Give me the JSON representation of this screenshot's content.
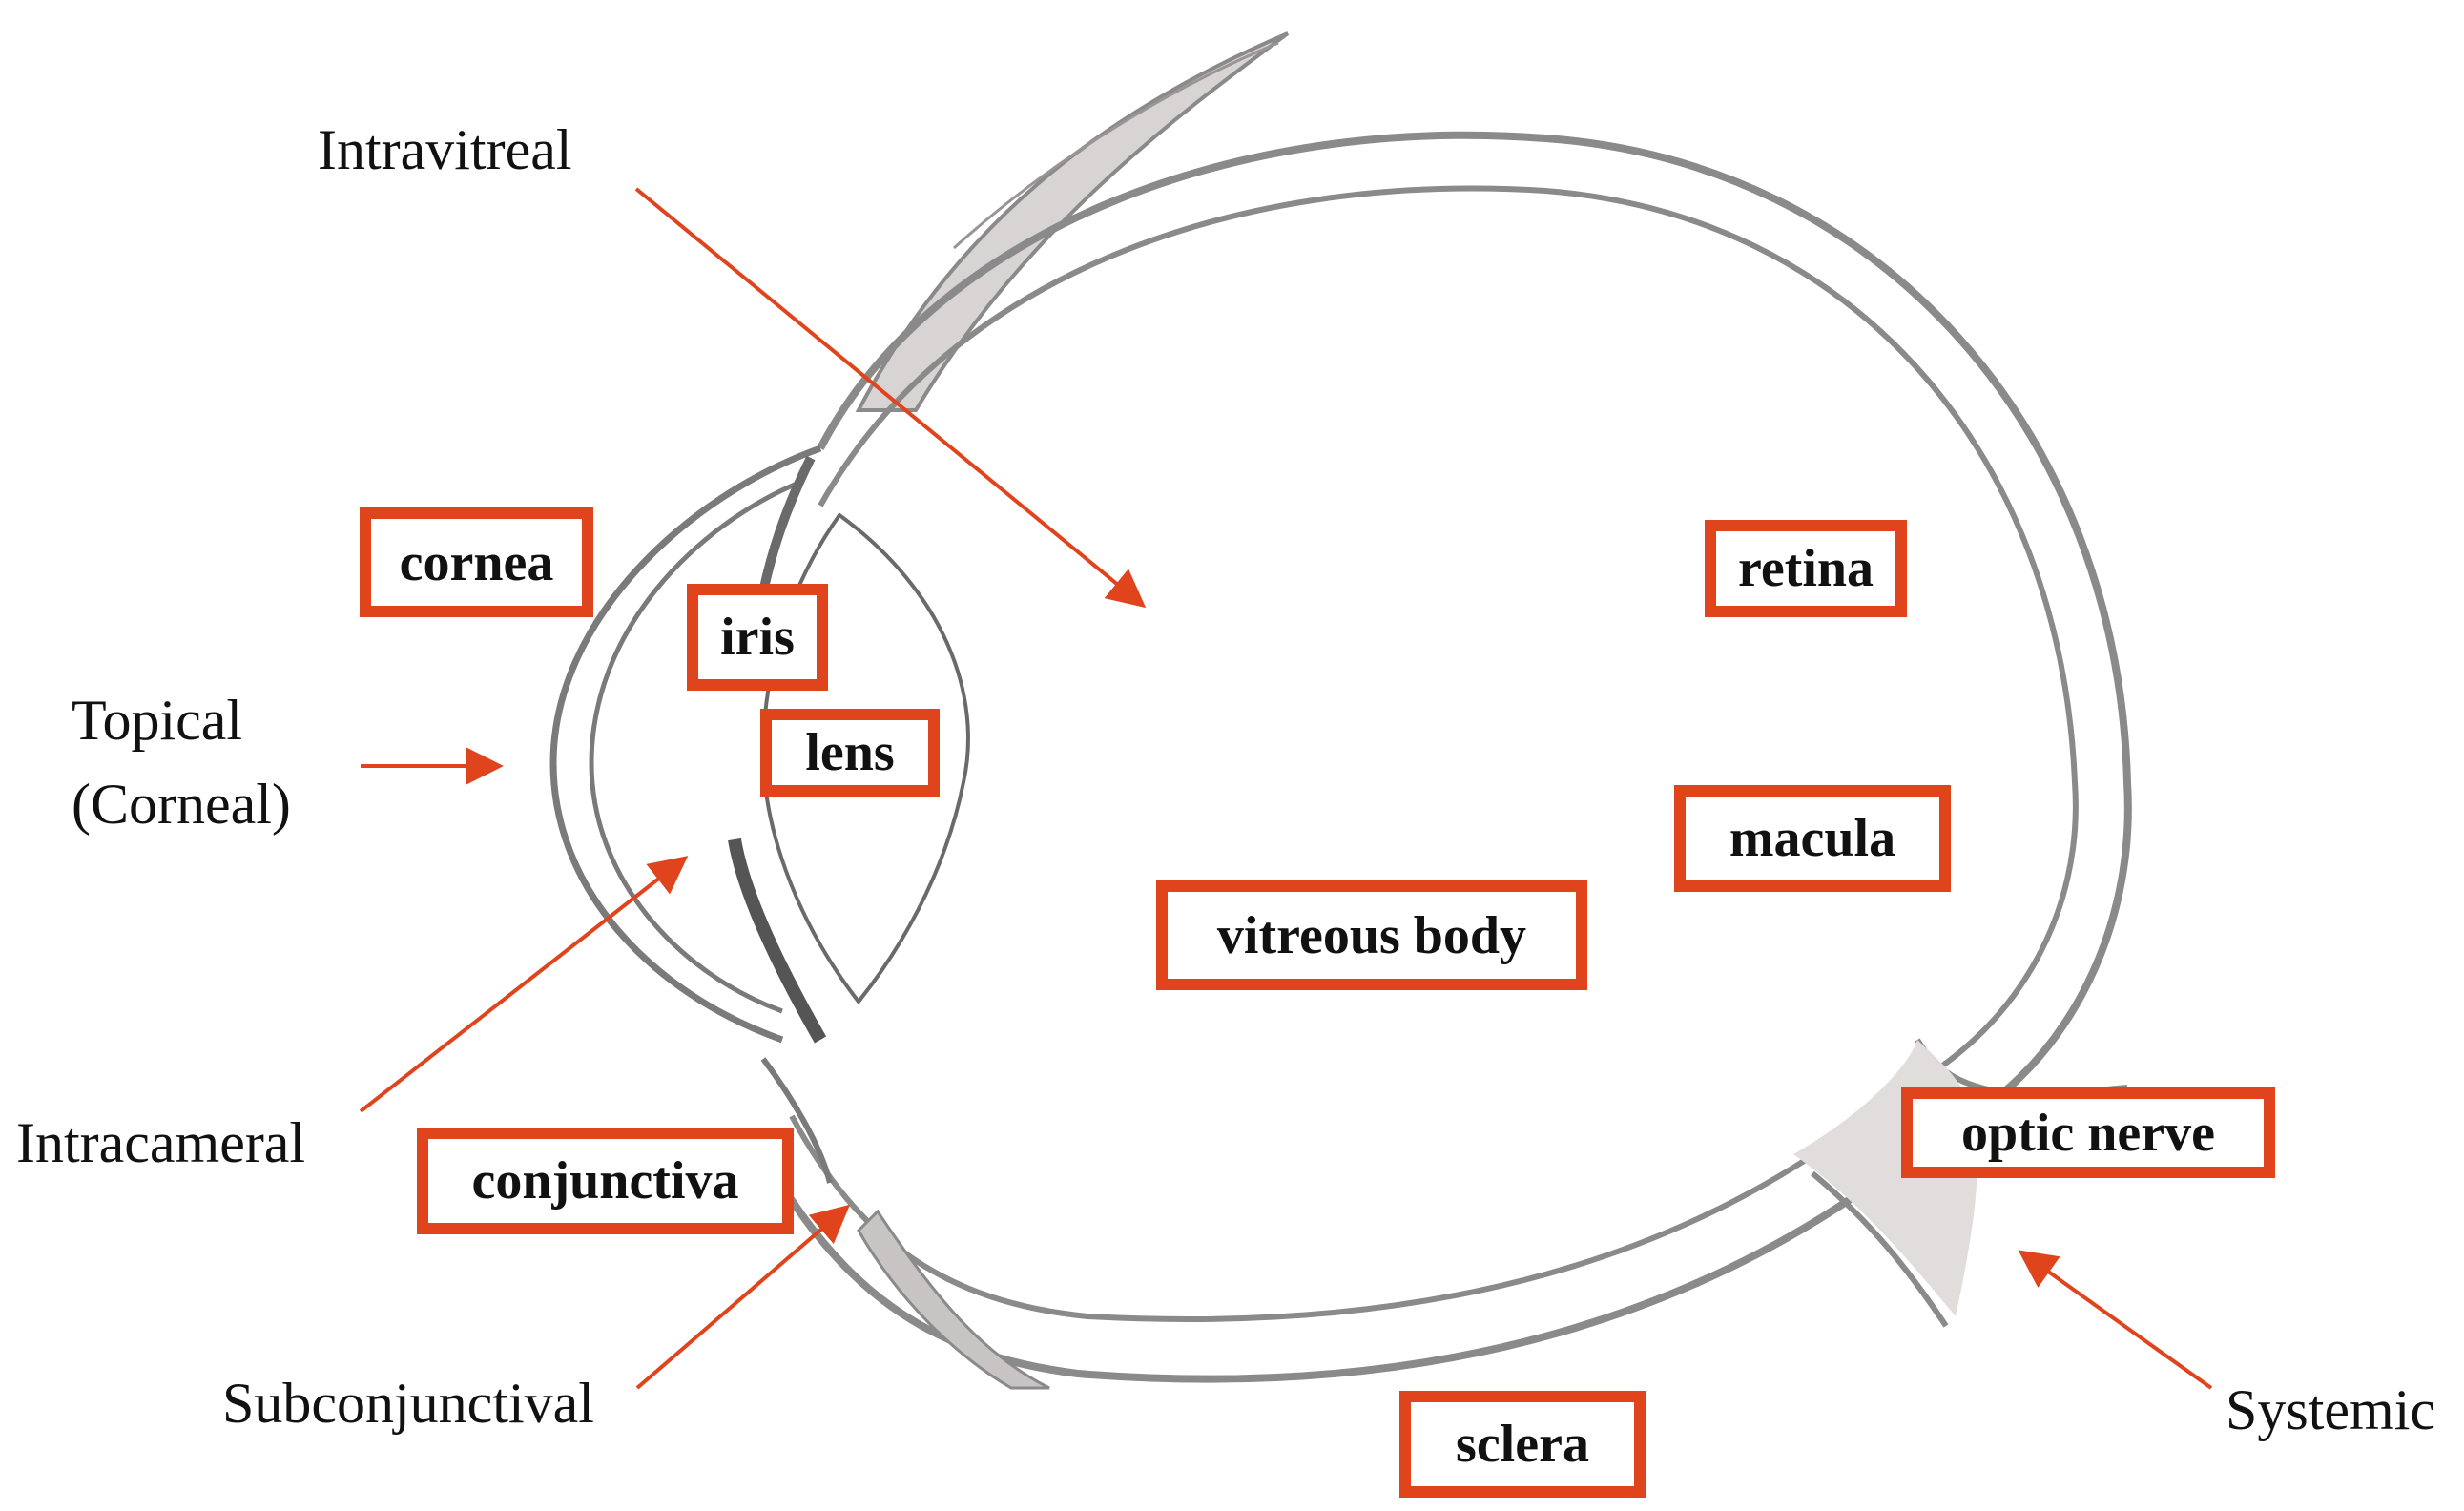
{
  "colors": {
    "accent": "#e0441c",
    "outline": "#8a8a8a",
    "text": "#111111"
  },
  "routes": {
    "intravitreal": "Intravitreal",
    "topical_line1": "Topical",
    "topical_line2": "(Corneal)",
    "intracameral": "Intracameral",
    "subconjunctival": "Subconjunctival",
    "systemic": "Systemic"
  },
  "structures": {
    "cornea": "cornea",
    "iris": "iris",
    "lens": "lens",
    "retina": "retina",
    "macula": "macula",
    "vitreous_body": "vitreous body",
    "conjunctiva": "conjunctiva",
    "optic_nerve": "optic nerve",
    "sclera": "sclera"
  }
}
